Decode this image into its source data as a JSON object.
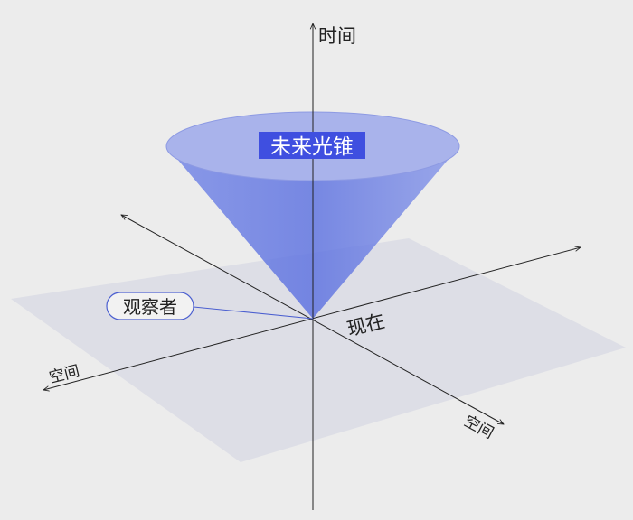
{
  "diagram": {
    "time_axis_label": "时间",
    "space_axis_left_label": "空间",
    "space_axis_right_label": "空间",
    "present_label": "现在",
    "cone_label": "未来光锥",
    "observer_label": "观察者"
  },
  "colors": {
    "background": "#ececec",
    "plane": "#dcdde6",
    "cone_fill": "#5a6fe0",
    "cone_top": "#a9b3eb",
    "cone_label_bg": "#3f4fe0",
    "axis": "#222222",
    "observer_line": "#4b5fd0"
  }
}
